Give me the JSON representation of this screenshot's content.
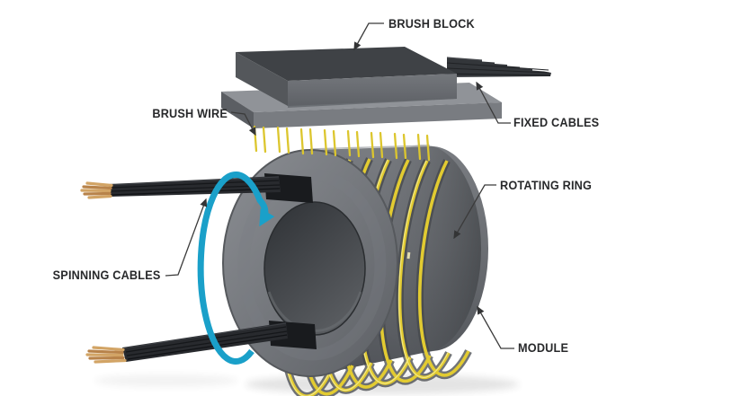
{
  "labels": {
    "brush_block": "BRUSH BLOCK",
    "brush_wire": "BRUSH WIRE",
    "fixed_cables": "FIXED CABLES",
    "rotating_ring": "ROTATING RING",
    "spinning_cables": "SPINNING CABLES",
    "module": "MODULE"
  },
  "colors": {
    "background": "#ffffff",
    "label_text": "#28292b",
    "leader_line": "#3b3b3b",
    "rotation_arrow_blue": "#1aa0c9",
    "brush_wire_yellow": "#e2cb31",
    "cable_black": "#282a2e",
    "cable_tip_copper": "#c9975c",
    "ring_gray": "#6b6e73",
    "block_gray_dark": "#3f4246",
    "block_gray_light": "#8f9297"
  }
}
